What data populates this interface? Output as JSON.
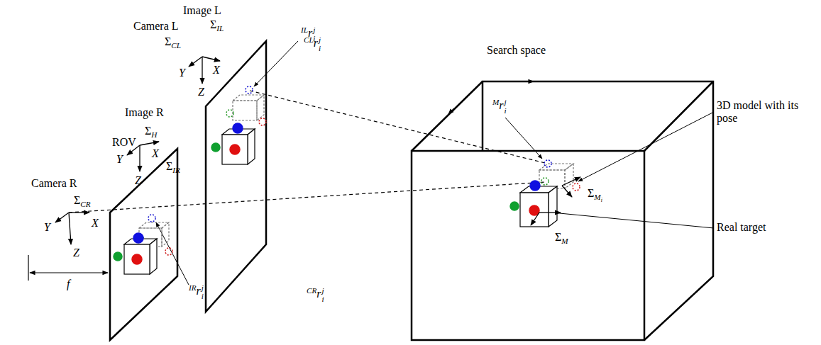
{
  "diagram": {
    "labels": [
      "Image L",
      "ΣIL",
      "ILrji",
      "Camera L",
      "ΣCL",
      "Y",
      "X",
      "Z",
      "CLrji",
      "Image R",
      "ROV",
      "ΣH",
      "ΣIR",
      "Y",
      "X",
      "Z",
      "Camera R",
      "ΣCR",
      "Y",
      "X",
      "Z",
      "f",
      "IRrji",
      "CRrji",
      "Search space",
      "Mrji",
      "3D model with its pose",
      "ΣMi",
      "Real target",
      "ΣM"
    ]
  }
}
